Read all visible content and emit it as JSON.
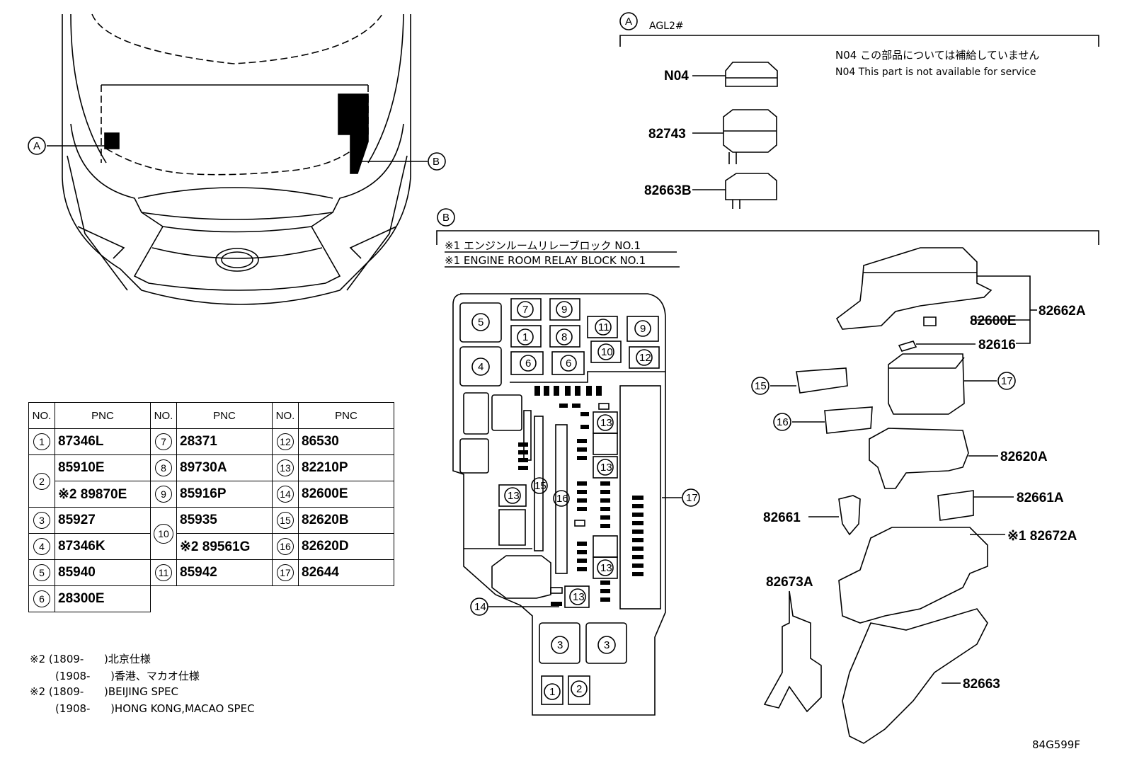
{
  "callouts": {
    "A": "A",
    "B": "B",
    "A_model": "AGL2#"
  },
  "section_a": {
    "parts": [
      "N04",
      "82743",
      "82663B"
    ],
    "note_jp": "N04 この部品については補給していません",
    "note_en": "N04 This part is not available for service"
  },
  "section_b": {
    "title_jp": "※1 エンジンルームリレーブロック NO.1",
    "title_en": "※1 ENGINE ROOM RELAY BLOCK NO.1",
    "parts": {
      "p82662A": "82662A",
      "p82600E": "82600E",
      "p82616": "82616",
      "p82620A": "82620A",
      "p82661A": "82661A",
      "p82661": "82661",
      "p82672A": "※1 82672A",
      "p82673A": "82673A",
      "p82663": "82663"
    },
    "circle_15": "15",
    "circle_16": "16",
    "circle_17": "17"
  },
  "relay_block": {
    "slots": {
      "s5": "5",
      "s4": "4",
      "s7": "7",
      "s9a": "9",
      "s1a": "1",
      "s8": "8",
      "s11": "11",
      "s9b": "9",
      "s10": "10",
      "s12": "12",
      "s6a": "6",
      "s6b": "6",
      "s13a": "13",
      "s13b": "13",
      "s13c": "13",
      "s13d": "13",
      "s13e": "13",
      "s15": "15",
      "s16": "16",
      "s17": "17",
      "s14": "14",
      "s3a": "3",
      "s3b": "3",
      "s1b": "1",
      "s2": "2"
    }
  },
  "table": {
    "headers": [
      "NO.",
      "PNC",
      "NO.",
      "PNC",
      "NO.",
      "PNC"
    ],
    "col1": [
      {
        "no": "1",
        "pnc": "87346L"
      },
      {
        "no": "2",
        "pnc": "85910E",
        "pnc2": "※2 89870E"
      },
      {
        "no": "3",
        "pnc": "85927"
      },
      {
        "no": "4",
        "pnc": "87346K"
      },
      {
        "no": "5",
        "pnc": "85940"
      },
      {
        "no": "6",
        "pnc": "28300E"
      }
    ],
    "col2": [
      {
        "no": "7",
        "pnc": "28371"
      },
      {
        "no": "8",
        "pnc": "89730A"
      },
      {
        "no": "9",
        "pnc": "85916P"
      },
      {
        "no": "10",
        "pnc": "85935",
        "pnc2": "※2 89561G"
      },
      {
        "no": "11",
        "pnc": "85942"
      }
    ],
    "col3": [
      {
        "no": "12",
        "pnc": "86530"
      },
      {
        "no": "13",
        "pnc": "82210P"
      },
      {
        "no": "14",
        "pnc": "82600E"
      },
      {
        "no": "15",
        "pnc": "82620B"
      },
      {
        "no": "16",
        "pnc": "82620D"
      },
      {
        "no": "17",
        "pnc": "82644"
      }
    ]
  },
  "notes": [
    {
      "mark": "※2",
      "date": "(1809-",
      "text": ")北京仕様"
    },
    {
      "mark": "",
      "date": "(1908-",
      "text": ")香港、マカオ仕様"
    },
    {
      "mark": "※2",
      "date": "(1809-",
      "text": ")BEIJING SPEC"
    },
    {
      "mark": "",
      "date": "(1908-",
      "text": ")HONG KONG,MACAO SPEC"
    }
  ],
  "figure_id": "84G599F"
}
